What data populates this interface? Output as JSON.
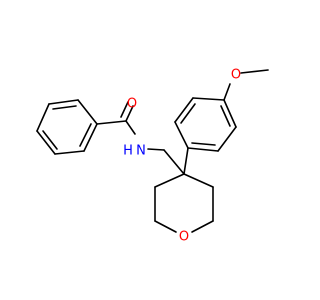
{
  "colors": {
    "background": "#ffffff",
    "bond": "#000000",
    "oxygen": "#ff0000",
    "nitrogen": "#0000ff"
  },
  "atom_labels": {
    "amide_oxygen": "O",
    "amide_nitrogen": "N",
    "amide_hydrogen": "H",
    "methoxy_oxygen": "O",
    "ring_oxygen": "O"
  }
}
